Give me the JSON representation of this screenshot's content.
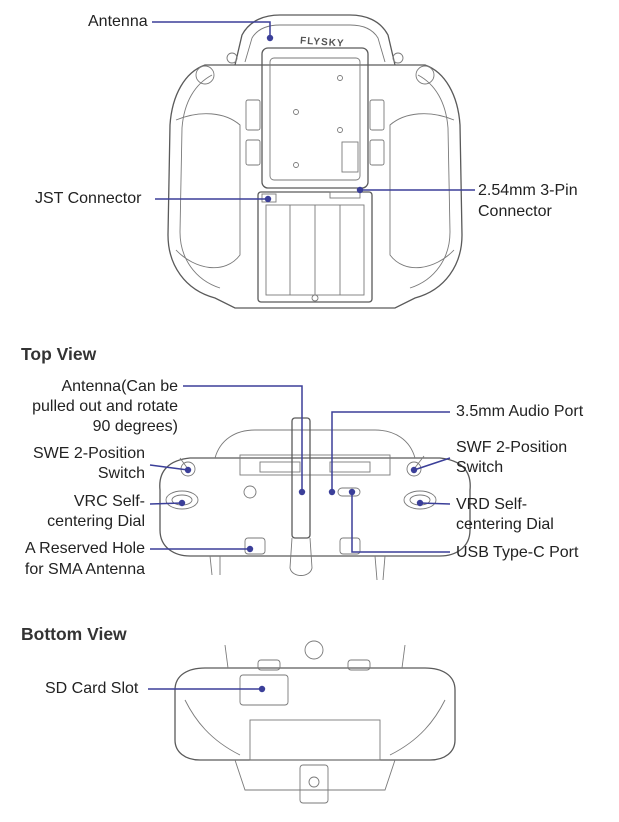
{
  "back_view": {
    "brand_text": "FLYSKY",
    "labels": {
      "antenna": "Antenna",
      "jst_connector": "JST Connector",
      "pin_connector_line1": "2.54mm 3-Pin",
      "pin_connector_line2": "Connector"
    }
  },
  "top_view": {
    "heading": "Top View",
    "labels": {
      "antenna_line1": "Antenna(Can be",
      "antenna_line2": "pulled out and rotate",
      "antenna_line3": "90 degrees)",
      "swe_line1": "SWE 2-Position",
      "swe_line2": "Switch",
      "vrc_line1": "VRC Self-",
      "vrc_line2": "centering Dial",
      "hole_line1": "A Reserved Hole",
      "hole_line2": "for SMA Antenna",
      "audio_port": "3.5mm Audio Port",
      "swf_line1": "SWF 2-Position",
      "swf_line2": "Switch",
      "vrd_line1": "VRD Self-",
      "vrd_line2": "centering Dial",
      "usb_port": "USB Type-C Port"
    }
  },
  "bottom_view": {
    "heading": "Bottom View",
    "labels": {
      "sd_card_slot": "SD Card Slot"
    }
  },
  "colors": {
    "leader_line": "#3b3f99",
    "outline": "#5a5a5a"
  }
}
